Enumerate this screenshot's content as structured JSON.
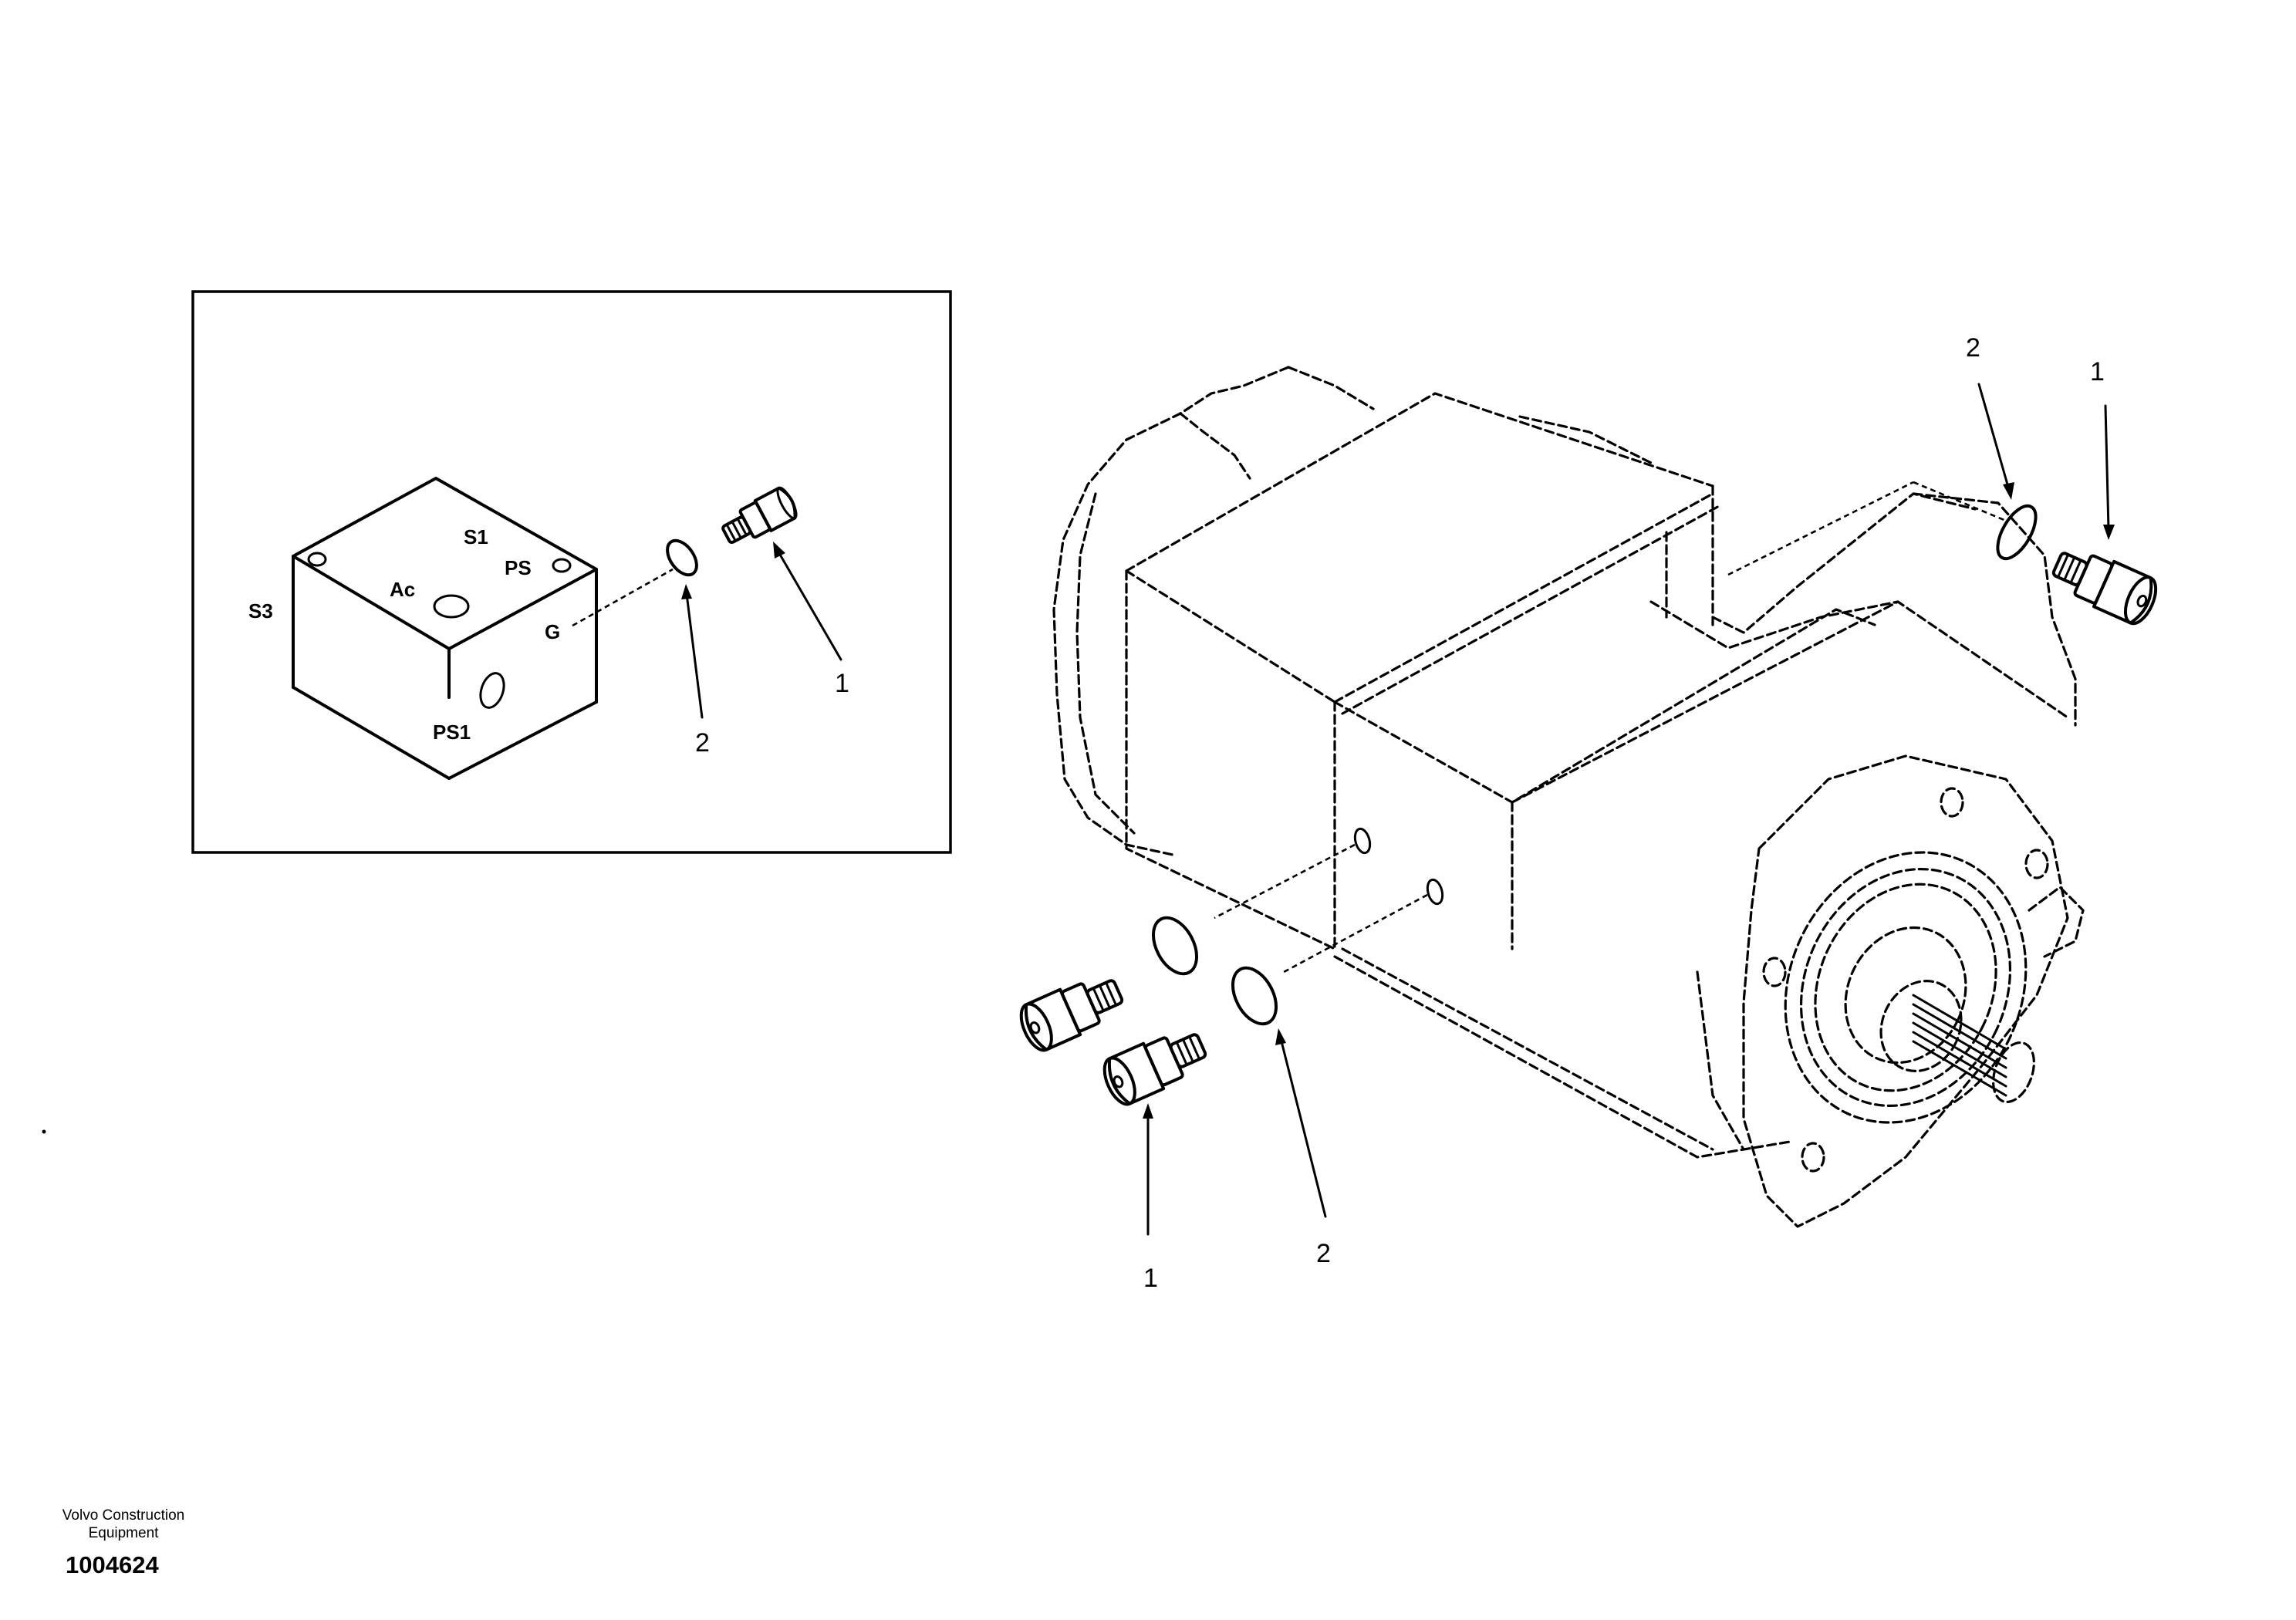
{
  "inset": {
    "ports": {
      "s1": "S1",
      "ps": "PS",
      "s3": "S3",
      "ac": "Ac",
      "g": "G",
      "ps1": "PS1"
    },
    "callouts": {
      "plug": "1",
      "oring": "2"
    }
  },
  "main": {
    "callouts": {
      "top_oring": "2",
      "top_plug": "1",
      "bottom_plug": "1",
      "bottom_oring": "2"
    }
  },
  "footer": {
    "brand_line1": "Volvo Construction",
    "brand_line2": "Equipment",
    "drawing_number": "1004624"
  }
}
